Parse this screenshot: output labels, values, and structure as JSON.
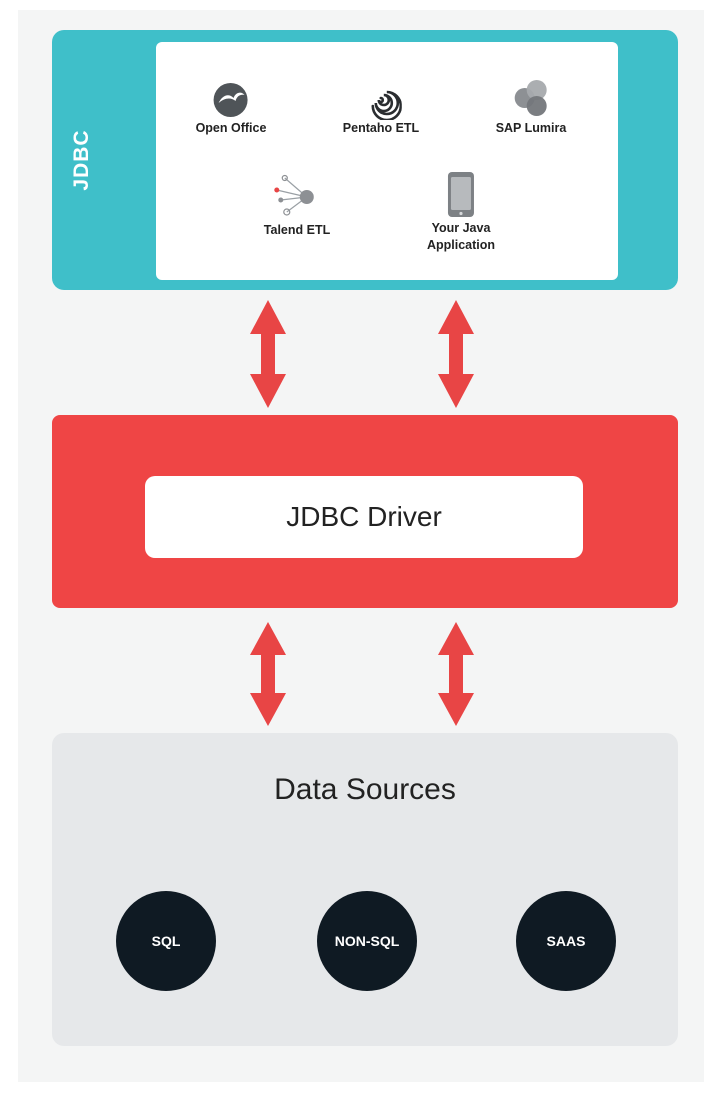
{
  "jdbc": {
    "label": "JDBC",
    "color": "#3fbfc9"
  },
  "apps": [
    {
      "label": "Open Office",
      "icon": "open-office-icon"
    },
    {
      "label": "Pentaho ETL",
      "icon": "pentaho-spiral-icon"
    },
    {
      "label": "SAP Lumira",
      "icon": "sap-lumira-icon"
    },
    {
      "label": "Talend ETL",
      "icon": "talend-network-icon"
    },
    {
      "label_lines": [
        "Your Java",
        "Application"
      ],
      "icon": "phone-icon"
    }
  ],
  "driver": {
    "label": "JDBC Driver",
    "color": "#ef4545"
  },
  "arrows": {
    "color": "#e84545"
  },
  "data_sources": {
    "title": "Data Sources",
    "items": [
      "SQL",
      "NON-SQL",
      "SAAS"
    ]
  }
}
